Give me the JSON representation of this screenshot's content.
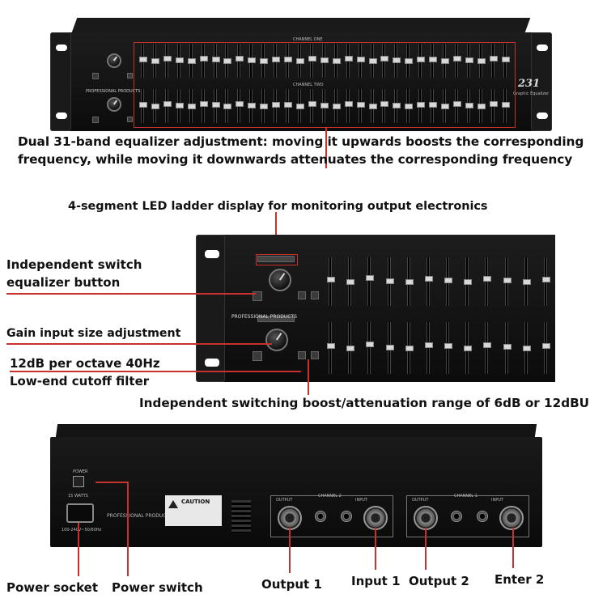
{
  "captions": {
    "eq_line1": "Dual 31-band equalizer adjustment: moving it upwards boosts the corresponding",
    "eq_line2": "frequency, while moving it downwards attenuates the corresponding frequency",
    "led_ladder": "4-segment LED ladder display for monitoring output electronics",
    "switch_eq_line1": "Independent switch",
    "switch_eq_line2": "equalizer button",
    "gain_input": "Gain input size adjustment",
    "cutoff_line1": "12dB per octave 40Hz",
    "cutoff_line2": "Low-end cutoff filter",
    "range_switch": "Independent switching boost/attenuation range of 6dB or 12dBU",
    "power_socket": "Power socket",
    "power_switch": "Power switch",
    "output1": "Output 1",
    "input1": "Input 1",
    "output2": "Output 2",
    "enter2": "Enter 2"
  },
  "front_panel": {
    "model": "231",
    "subtitle": "Graphic Equalizer",
    "maker": "PROFESSIONAL PRODUCTS",
    "channel_one": "CHANNEL ONE",
    "channel_two": "CHANNEL TWO"
  },
  "rear_panel": {
    "power": "POWER",
    "watts": "15 WATTS",
    "voltage": "100-240V~50/60Hz",
    "maker": "PROFESSIONAL PRODUCTS",
    "caution": "CAUTION",
    "channel2": "CHANNEL 2",
    "channel1": "CHANNEL 1",
    "output": "OUTPUT",
    "input": "INPUT"
  },
  "colors": {
    "accent_red": "#c8322d",
    "chassis": "#141414"
  }
}
